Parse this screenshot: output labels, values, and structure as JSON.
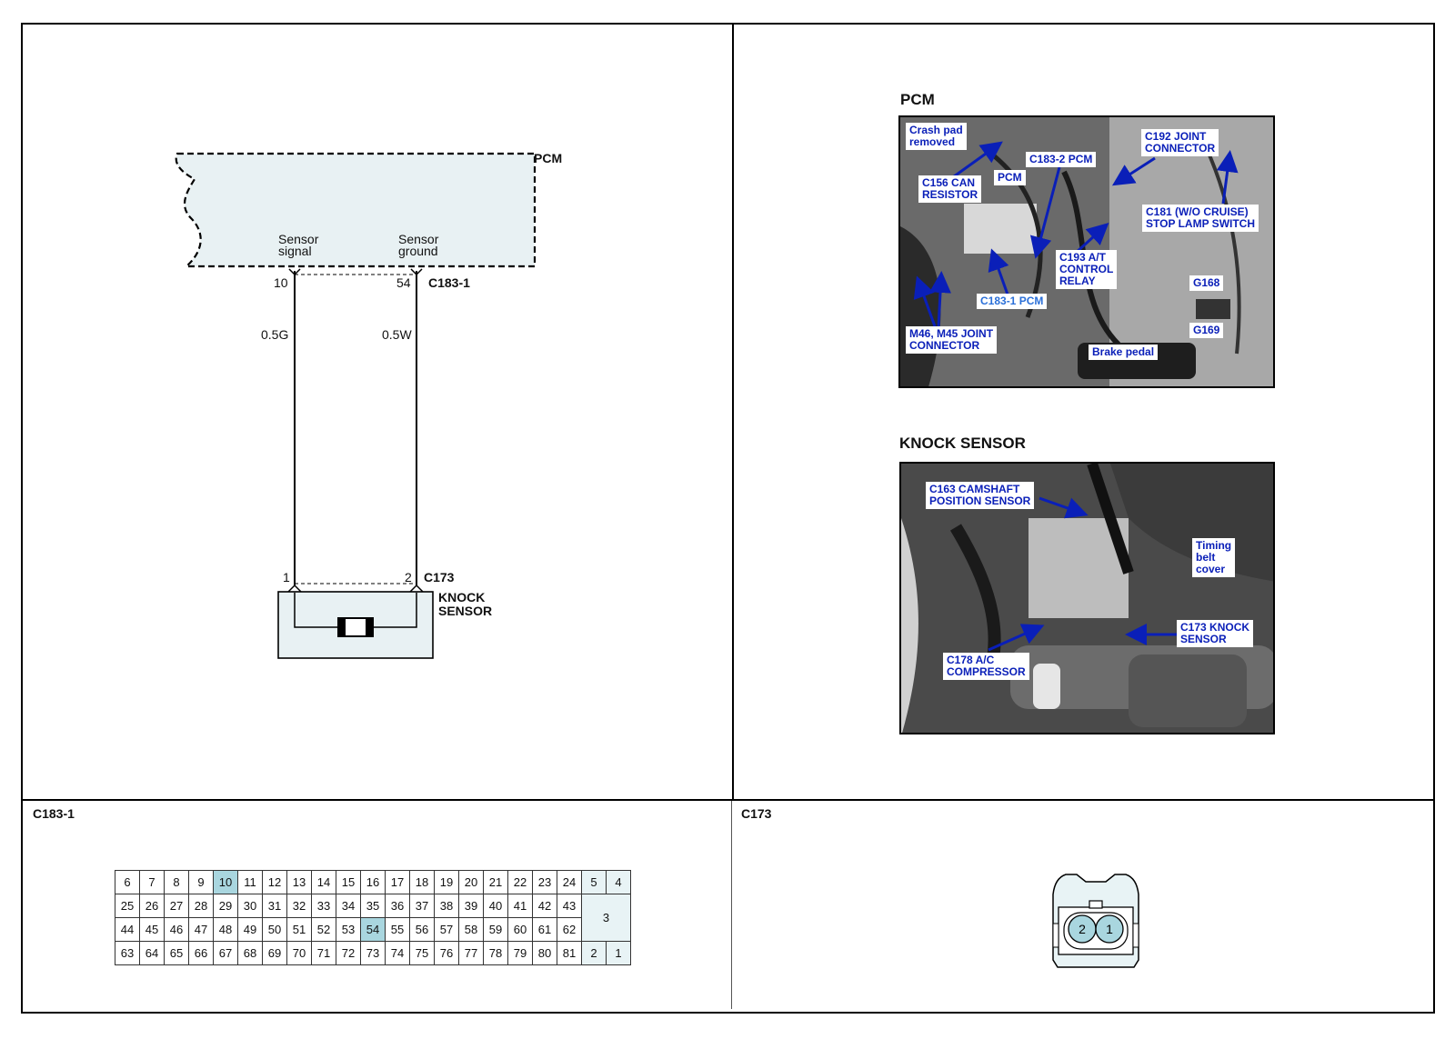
{
  "schematic": {
    "pcm_label": "PCM",
    "sensor_signal": "Sensor\nsignal",
    "sensor_ground": "Sensor\nground",
    "pin_signal": "10",
    "pin_ground": "54",
    "pcm_connector": "C183-1",
    "wire_signal": "0.5G",
    "wire_ground": "0.5W",
    "sensor_pin1": "1",
    "sensor_pin2": "2",
    "sensor_connector": "C173",
    "sensor_label": "KNOCK\nSENSOR"
  },
  "photos": {
    "pcm": {
      "title": "PCM",
      "callouts": [
        {
          "text": "Crash pad\nremoved"
        },
        {
          "text": "C192 JOINT\nCONNECTOR"
        },
        {
          "text": "C183-2 PCM"
        },
        {
          "text": "PCM"
        },
        {
          "text": "C156 CAN\nRESISTOR"
        },
        {
          "text": "C181 (W/O CRUISE)\nSTOP LAMP SWITCH"
        },
        {
          "text": "C193 A/T\nCONTROL\nRELAY"
        },
        {
          "text": "G168"
        },
        {
          "text": "C183-1 PCM"
        },
        {
          "text": "M46, M45 JOINT\nCONNECTOR"
        },
        {
          "text": "G169"
        },
        {
          "text": "Brake pedal"
        }
      ]
    },
    "knock": {
      "title": "KNOCK SENSOR",
      "callouts": [
        {
          "text": "C163 CAMSHAFT\nPOSITION SENSOR"
        },
        {
          "text": "Timing\nbelt\ncover"
        },
        {
          "text": "C173 KNOCK\nSENSOR"
        },
        {
          "text": "C178 A/C\nCOMPRESSOR"
        }
      ]
    }
  },
  "connectors": {
    "c183_label": "C183-1",
    "c173_label": "C173",
    "c183_rows": [
      [
        "6",
        "7",
        "8",
        "9",
        "10",
        "11",
        "12",
        "13",
        "14",
        "15",
        "16",
        "17",
        "18",
        "19",
        "20",
        "21",
        "22",
        "23",
        "24"
      ],
      [
        "25",
        "26",
        "27",
        "28",
        "29",
        "30",
        "31",
        "32",
        "33",
        "34",
        "35",
        "36",
        "37",
        "38",
        "39",
        "40",
        "41",
        "42",
        "43"
      ],
      [
        "44",
        "45",
        "46",
        "47",
        "48",
        "49",
        "50",
        "51",
        "52",
        "53",
        "54",
        "55",
        "56",
        "57",
        "58",
        "59",
        "60",
        "61",
        "62"
      ],
      [
        "63",
        "64",
        "65",
        "66",
        "67",
        "68",
        "69",
        "70",
        "71",
        "72",
        "73",
        "74",
        "75",
        "76",
        "77",
        "78",
        "79",
        "80",
        "81"
      ]
    ],
    "c183_side": {
      "top_a": "5",
      "top_b": "4",
      "mid": "3",
      "bot_a": "2",
      "bot_b": "1"
    },
    "c183_highlight": [
      "10",
      "54"
    ],
    "c173_pins": [
      "2",
      "1"
    ],
    "colors": {
      "highlight": "#a9d6df",
      "pcm_fill": "#e8f1f3"
    }
  }
}
